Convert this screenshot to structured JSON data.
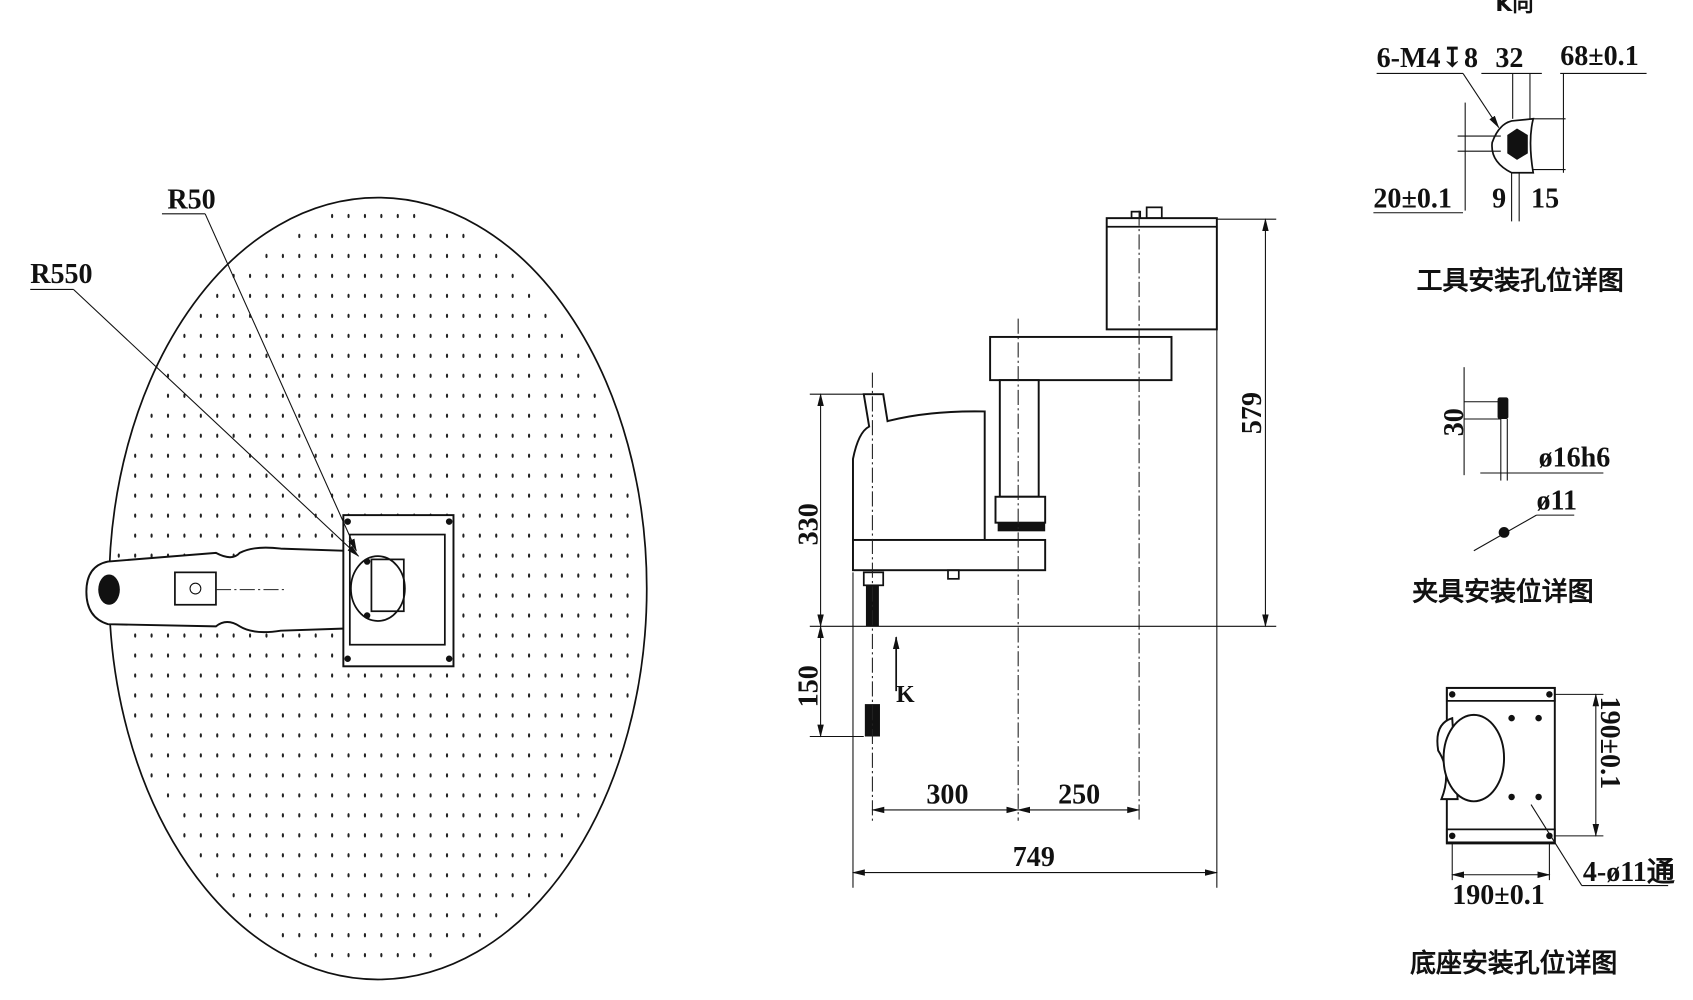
{
  "top_view": {
    "labels": {
      "r550": "R550",
      "r50": "R50"
    }
  },
  "side_view": {
    "dimensions": {
      "h330": "330",
      "h150": "150",
      "h579": "579",
      "l300": "300",
      "l250": "250",
      "l749": "749"
    },
    "view_arrow_label": "K"
  },
  "tool_detail": {
    "view_label": "K向",
    "dimensions": {
      "holes": "6-M4↧8",
      "w32": "32",
      "w68": "68±0.1",
      "h20": "20±0.1",
      "d9": "9",
      "d15": "15"
    },
    "caption": "工具安装孔位详图"
  },
  "fixture_detail": {
    "dimensions": {
      "h30": "30",
      "shaft": "ø16h6",
      "hole": "ø11"
    },
    "caption": "夹具安装位详图"
  },
  "base_detail": {
    "dimensions": {
      "v190": "190±0.1",
      "h190": "190±0.1",
      "holes": "4-ø11通"
    },
    "caption": "底座安装孔位详图"
  }
}
